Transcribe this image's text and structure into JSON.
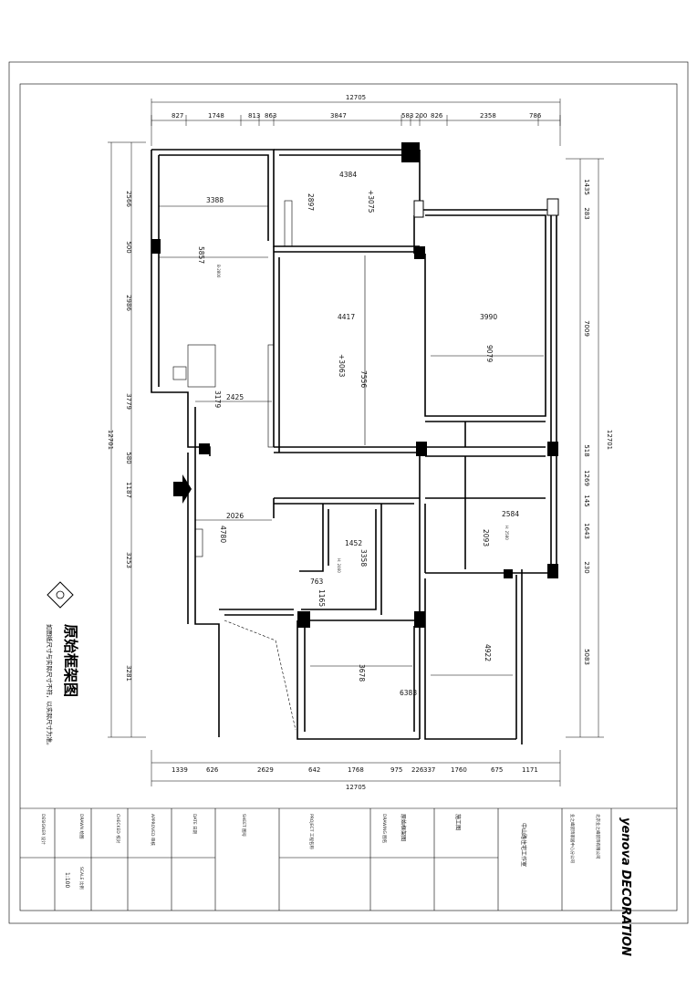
{
  "drawing": {
    "title": "原始框架图",
    "note": "如图纸尺寸与实际尺寸不符，以实际尺寸为准。",
    "overall_width_top": "12705",
    "overall_width_bottom": "12705",
    "overall_height_left": "12701",
    "overall_height_right": "12701",
    "top_dims": [
      "827",
      "1748",
      "813",
      "863",
      "3847",
      "583",
      "200",
      "826",
      "2358",
      "786"
    ],
    "bottom_dims": [
      "1339",
      "626",
      "2629",
      "642",
      "1768",
      "975",
      "226",
      "337",
      "1760",
      "675",
      "1171"
    ],
    "left_dims": [
      "2566",
      "500",
      "2986",
      "3779",
      "580",
      "1187",
      "3253",
      "3281"
    ],
    "right_dims": [
      "1435",
      "283",
      "7009",
      "518",
      "1269",
      "145",
      "1643",
      "230",
      "5083"
    ],
    "rooms": [
      "3388",
      "4384",
      "5857",
      "2897",
      "4417",
      "3990",
      "7556",
      "9079",
      "2425",
      "3179",
      "2026",
      "4780",
      "1452",
      "3358",
      "763",
      "1165",
      "2584",
      "2093",
      "3678",
      "6383",
      "4922"
    ],
    "elevation_marks": [
      "+3075",
      "+3063"
    ],
    "level_marks": [
      "H: 2580",
      "H: 2460"
    ],
    "beam_tags": [
      "B-2800"
    ]
  },
  "title_block": {
    "company_cn": "北京业之峰装饰有限公司",
    "company_en": "yenova DECORATION",
    "branch": "业之峰装饰家居中心分公司",
    "project": "中山路住宅工作室",
    "drawing_name": "原始框架图",
    "drawing_no": "施工图",
    "scale": "1:100",
    "labels": [
      "DESIGNER 设计",
      "DRAWN 绘图",
      "CHECKED 校对",
      "APPROVED 审核",
      "DATE 日期",
      "SCALE 比例",
      "SHEET 图号",
      "PROJECT 工程名称",
      "DRAWING 图名"
    ]
  }
}
